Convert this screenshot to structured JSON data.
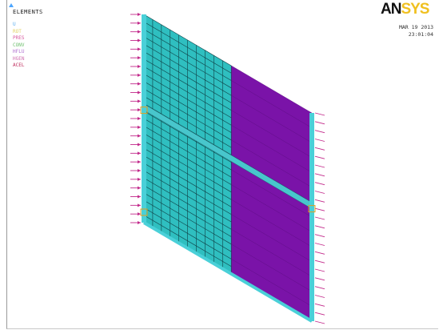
{
  "plot": {
    "title": "ELEMENTS",
    "legend": [
      {
        "label": "U",
        "color": "#5aaef0"
      },
      {
        "label": "ROT",
        "color": "#e0d060"
      },
      {
        "label": "PRES",
        "color": "#d85aa0"
      },
      {
        "label": "CONV",
        "color": "#70c070"
      },
      {
        "label": "HFLU",
        "color": "#b070d0"
      },
      {
        "label": "HGEN",
        "color": "#d070b0"
      },
      {
        "label": "ACEL",
        "color": "#c03060"
      }
    ]
  },
  "branding": {
    "logo_main": "AN",
    "logo_accent": "SYS"
  },
  "timestamp": {
    "date": "MAR 19 2013",
    "time": "23:01:04"
  },
  "colors": {
    "mesh_cyan": "#2fbfc0",
    "mesh_purple": "#7a13a8",
    "mesh_lines": "#0f3f44",
    "constraint_cyan": "#4ad0d8",
    "pressure_magenta": "#c2288a"
  }
}
